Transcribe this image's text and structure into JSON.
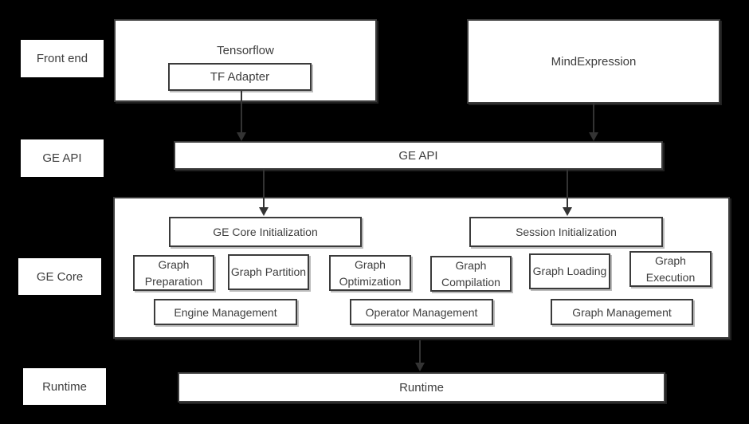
{
  "colors": {
    "background": "#000000",
    "box_fill": "#ffffff",
    "box_border": "#3b3b3b",
    "text": "#3d3d3d",
    "arrow": "#333333"
  },
  "side_labels": {
    "front_end": "Front end",
    "ge_api": "GE API",
    "ge_core": "GE Core",
    "runtime": "Runtime"
  },
  "front_end": {
    "tensorflow_label": "Tensorflow",
    "tf_adapter_label": "TF Adapter",
    "mindexpression_label": "MindExpression"
  },
  "ge_api": {
    "label": "GE API"
  },
  "ge_core": {
    "init": [
      {
        "label": "GE Core Initialization"
      },
      {
        "label": "Session Initialization"
      }
    ],
    "stages": [
      {
        "label": "Graph Preparation"
      },
      {
        "label": "Graph Partition"
      },
      {
        "label": "Graph Optimization"
      },
      {
        "label": "Graph Compilation"
      },
      {
        "label": "Graph Loading"
      },
      {
        "label": "Graph Execution"
      }
    ],
    "management": [
      {
        "label": "Engine Management"
      },
      {
        "label": "Operator Management"
      },
      {
        "label": "Graph Management"
      }
    ]
  },
  "runtime": {
    "label": "Runtime"
  }
}
